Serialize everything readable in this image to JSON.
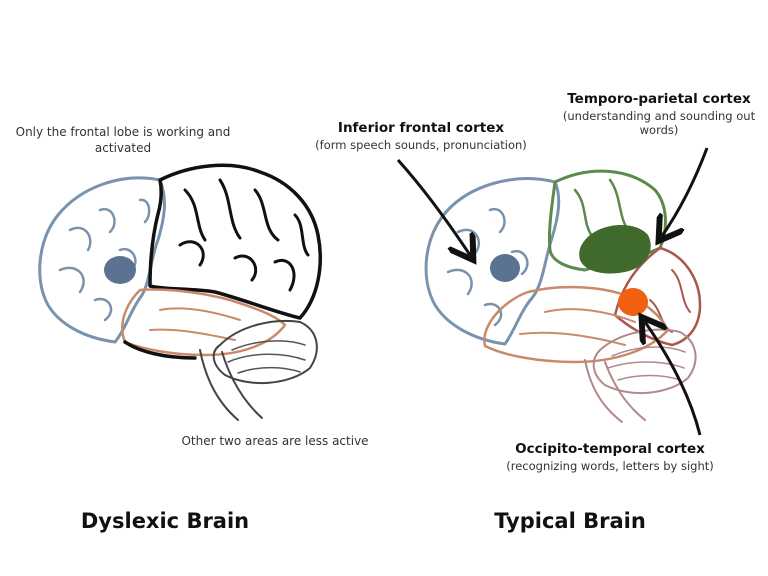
{
  "left": {
    "note_top": "Only the frontal lobe is working and activated",
    "note_bottom": "Other two areas are less active",
    "caption": "Dyslexic Brain"
  },
  "right": {
    "caption": "Typical Brain",
    "regions": [
      {
        "title": "Inferior frontal cortex",
        "subtitle": "(form speech sounds, pronunciation)",
        "color": "#5b7390"
      },
      {
        "title": "Temporo-parietal cortex",
        "subtitle": "(understanding and sounding out words)",
        "color": "#3f6a2c"
      },
      {
        "title": "Occipito-temporal cortex",
        "subtitle": "(recognizing words, letters by sight)",
        "color": "#f06010"
      }
    ]
  },
  "colors": {
    "frontal_outline": "#7a93ad",
    "temporal_outline": "#c98a6a",
    "parietal_outline": "#5b8a4a",
    "occipital_outline": "#a8574d",
    "cerebellum_outline": "#b08a8a",
    "ink": "#111111"
  }
}
